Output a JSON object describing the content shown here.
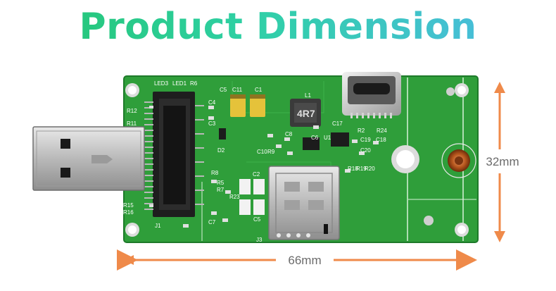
{
  "title": "Product Dimension",
  "dimensions": {
    "width_label": "66mm",
    "height_label": "32mm"
  },
  "board_labels": {
    "led3": "LED3",
    "led1": "LED1",
    "r6": "R6",
    "c5": "C5",
    "c11": "C11",
    "c1": "C1",
    "c4": "C4",
    "c3": "C3",
    "l1": "L1",
    "inductor": "4R7",
    "c6": "C6",
    "u1": "U1",
    "c17": "C17",
    "r2": "R2",
    "r24": "R24",
    "c19": "C19",
    "c18": "C18",
    "c20": "C20",
    "r12": "R12",
    "r11": "R11",
    "d2": "D2",
    "c10": "C10",
    "r9": "R9",
    "c2": "C2",
    "r8": "R8",
    "r5": "R5",
    "r7": "R7",
    "r23": "R23",
    "c7": "C7",
    "j1": "J1",
    "j3": "J3",
    "r15": "R15",
    "r16": "R16",
    "r18": "R18",
    "r19": "R19",
    "r20": "R20",
    "c8": "C8"
  },
  "colors": {
    "pcb_green": "#2f9e3a",
    "pcb_dark": "#207a2c",
    "arrow_orange": "#ef8a4a",
    "title_start": "#23c46d",
    "title_end": "#4fb8e8"
  }
}
